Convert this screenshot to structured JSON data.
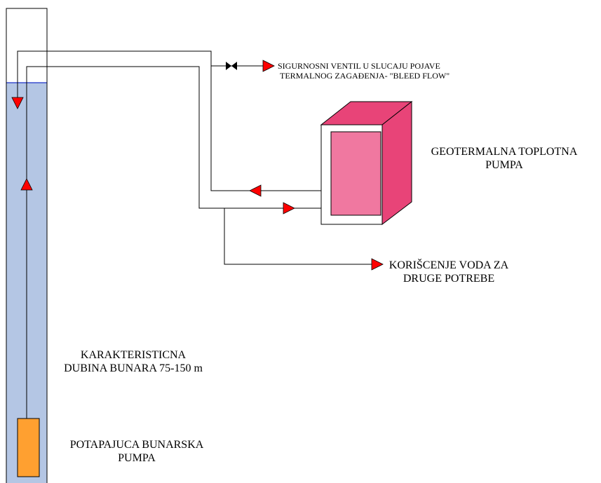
{
  "labels": {
    "valve_line1": "SIGURNOSNI VENTIL U SLUCAJU POJAVE",
    "valve_line2": "TERMALNOG ZAGAĐENJA- \"BLEED FLOW\"",
    "heat_pump_line1": "GEOTERMALNA TOPLOTNA",
    "heat_pump_line2": "PUMPA",
    "other_use_line1": "KORIŠCENJE VODA ZA",
    "other_use_line2": "DRUGE POTREBE",
    "depth_line1": "KARAKTERISTICNA",
    "depth_line2": "DUBINA BUNARA 75-150 m",
    "well_pump_line1": "POTAPAJUCA BUNARSKA",
    "well_pump_line2": "PUMPA"
  },
  "colors": {
    "water": "#b4c6e4",
    "water_surface": "#3b4fd0",
    "flow_arrow": "#ff0000",
    "heat_pump_front": "#ffffff",
    "heat_pump_side": "#e84478",
    "heat_pump_panel": "#f078a0",
    "well_pump": "#ffa030",
    "line": "#000000"
  }
}
